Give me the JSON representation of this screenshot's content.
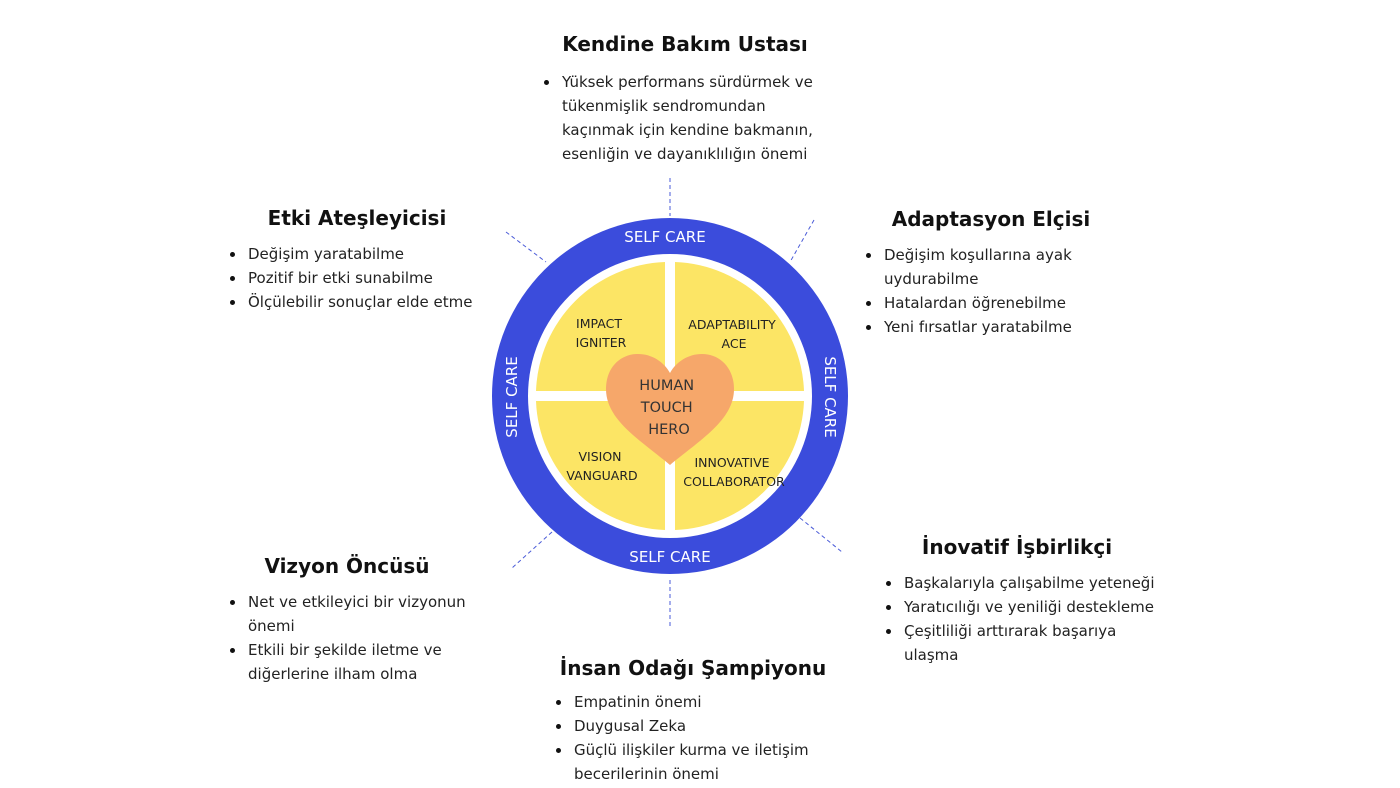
{
  "colors": {
    "ring": "#3b4cdc",
    "quadrant": "#fce565",
    "heart": "#f6a76a",
    "separator": "#ffffff",
    "dashed_line": "#4a5bd8"
  },
  "diagram": {
    "ring_labels": {
      "top": "SELF CARE",
      "left": "SELF CARE",
      "right": "SELF CARE",
      "bottom": "SELF CARE"
    },
    "quadrants": {
      "top_left": [
        "IMPACT",
        "IGNITER"
      ],
      "top_right": [
        "ADAPTABILITY",
        "ACE"
      ],
      "bottom_left": [
        "VISION",
        "VANGUARD"
      ],
      "bottom_right": [
        "INNOVATIVE",
        "COLLABORATOR"
      ]
    },
    "center": [
      "HUMAN",
      "TOUCH",
      "HERO"
    ]
  },
  "blocks": {
    "kendine": {
      "title": "Kendine Bakım Ustası",
      "items": [
        "Yüksek performans sürdürmek ve tükenmişlik sendromundan kaçınmak için kendine bakmanın, esenliğin ve dayanıklılığın önemi"
      ]
    },
    "etki": {
      "title": "Etki Ateşleyicisi",
      "items": [
        "Değişim yaratabilme",
        "Pozitif bir etki sunabilme",
        "Ölçülebilir sonuçlar elde etme"
      ]
    },
    "adapt": {
      "title": "Adaptasyon Elçisi",
      "items": [
        "Değişim koşullarına ayak uydurabilme",
        "Hatalardan öğrenebilme",
        "Yeni fırsatlar yaratabilme"
      ]
    },
    "vizyon": {
      "title": "Vizyon Öncüsü",
      "items": [
        "Net ve etkileyici bir vizyonun önemi",
        "Etkili bir şekilde iletme ve diğerlerine ilham olma"
      ]
    },
    "inov": {
      "title": "İnovatif İşbirlikçi",
      "items": [
        "Başkalarıyla çalışabilme yeteneği",
        "Yaratıcılığı ve yeniliği destekleme",
        "Çeşitliliği arttırarak başarıya ulaşma"
      ]
    },
    "insan": {
      "title": "İnsan Odağı Şampiyonu",
      "items": [
        "Empatinin önemi",
        "Duygusal Zeka",
        "Güçlü ilişkiler kurma ve  iletişim becerilerinin önemi"
      ]
    }
  }
}
